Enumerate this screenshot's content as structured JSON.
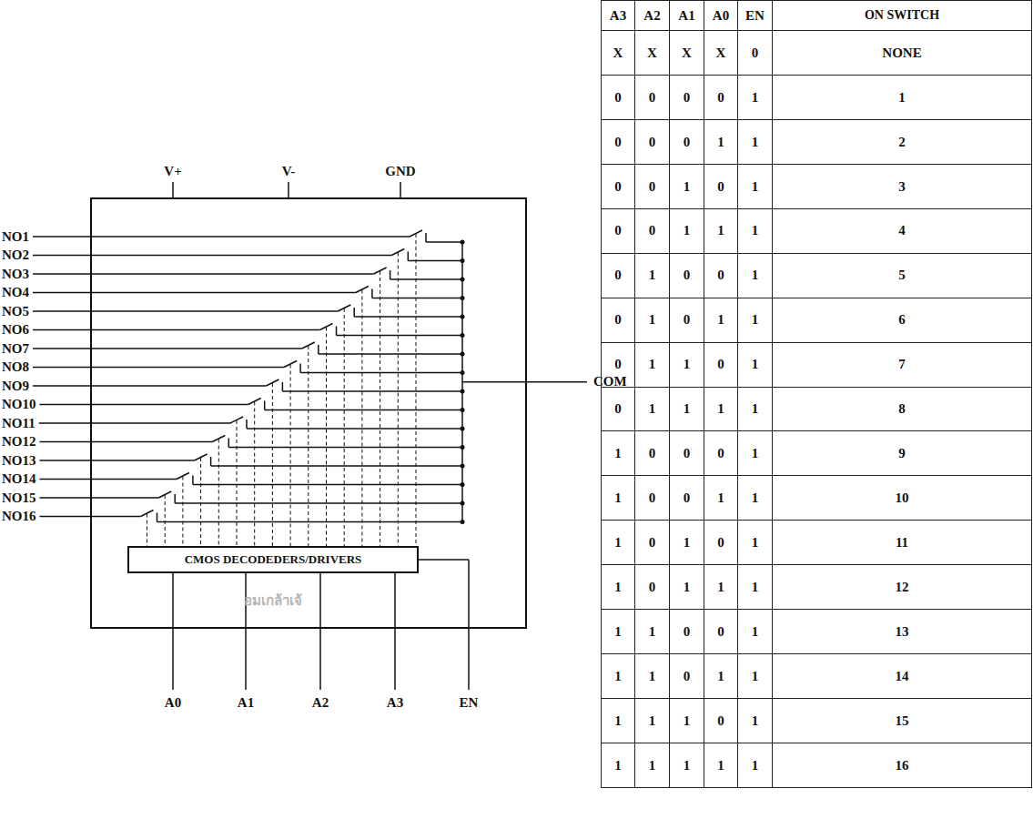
{
  "diagram": {
    "nodes": [
      {
        "text": [
          "CMOS DECODEDERS/DRIVERS"
        ]
      }
    ],
    "labels": [
      "V+",
      "V-",
      "GND",
      "NO1",
      "NO2",
      "NO3",
      "NO4",
      "NO5",
      "NO6",
      "NO7",
      "NO8",
      "NO9",
      "NO10",
      "NO11",
      "NO12",
      "NO13",
      "NO14",
      "NO15",
      "NO16",
      "COM",
      "A0",
      "A1",
      "A2",
      "A3",
      "EN",
      "A3",
      "A2",
      "A1",
      "A0",
      "EN",
      "ON SWITCH",
      "X",
      "X",
      "X",
      "X",
      "0",
      "NONE",
      "0",
      "0",
      "0",
      "0",
      "1",
      "1",
      "0",
      "0",
      "0",
      "1",
      "1",
      "2",
      "0",
      "0",
      "1",
      "0",
      "1",
      "3",
      "0",
      "0",
      "1",
      "1",
      "1",
      "4",
      "0",
      "1",
      "0",
      "0",
      "1",
      "5",
      "0",
      "1",
      "0",
      "1",
      "1",
      "6",
      "0",
      "1",
      "1",
      "0",
      "1",
      "7",
      "0",
      "1",
      "1",
      "1",
      "1",
      "8",
      "1",
      "0",
      "0",
      "0",
      "1",
      "9",
      "1",
      "0",
      "0",
      "1",
      "1",
      "10",
      "1",
      "0",
      "1",
      "0",
      "1",
      "11",
      "1",
      "0",
      "1",
      "1",
      "1",
      "12",
      "1",
      "1",
      "0",
      "0",
      "1",
      "13",
      "1",
      "1",
      "0",
      "1",
      "1",
      "14",
      "1",
      "1",
      "1",
      "0",
      "1",
      "15",
      "1",
      "1",
      "1",
      "1",
      "1",
      "16",
      "อมเกล้าเจ้"
    ]
  }
}
